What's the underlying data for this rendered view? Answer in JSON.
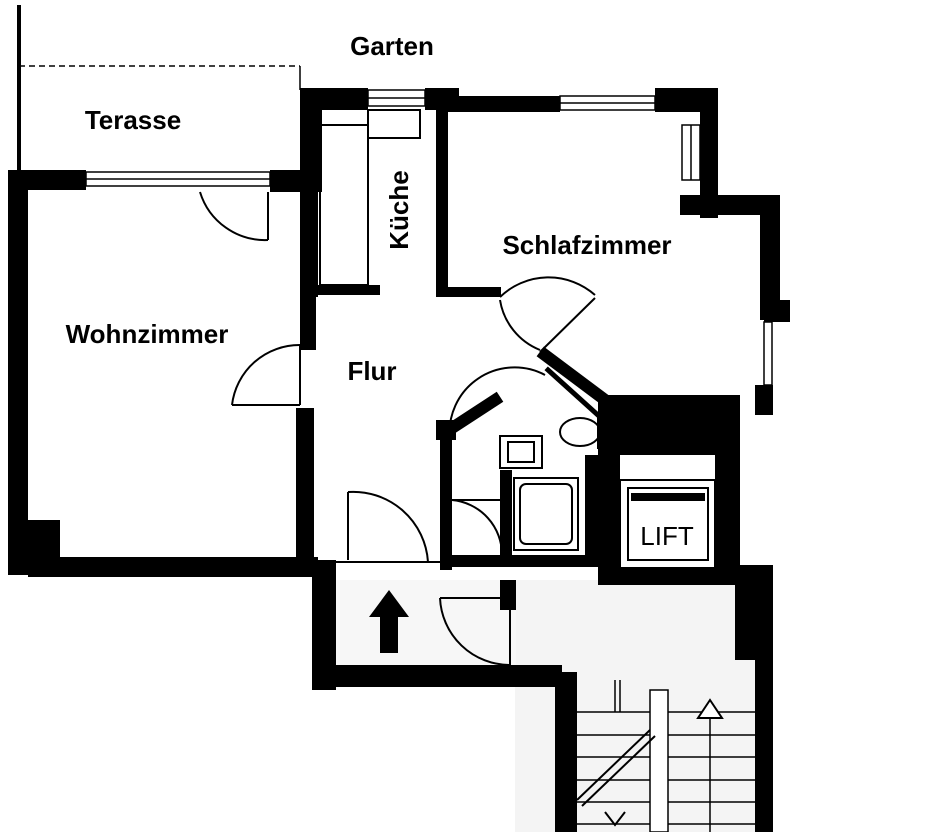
{
  "rooms": {
    "garden": "Garten",
    "terrace": "Terasse",
    "kitchen": "Küche",
    "bedroom": "Schlafzimmer",
    "living": "Wohnzimmer",
    "hall": "Flur",
    "elevator": "LIFT"
  },
  "colors": {
    "wall": "#000000",
    "floor": "#ffffff",
    "stair_floor": "#f4f4f4"
  },
  "icons": [
    "entrance-arrow-icon",
    "stairs-up-arrow-icon",
    "toilet-icon",
    "washbasin-icon",
    "shower-tray-icon"
  ]
}
